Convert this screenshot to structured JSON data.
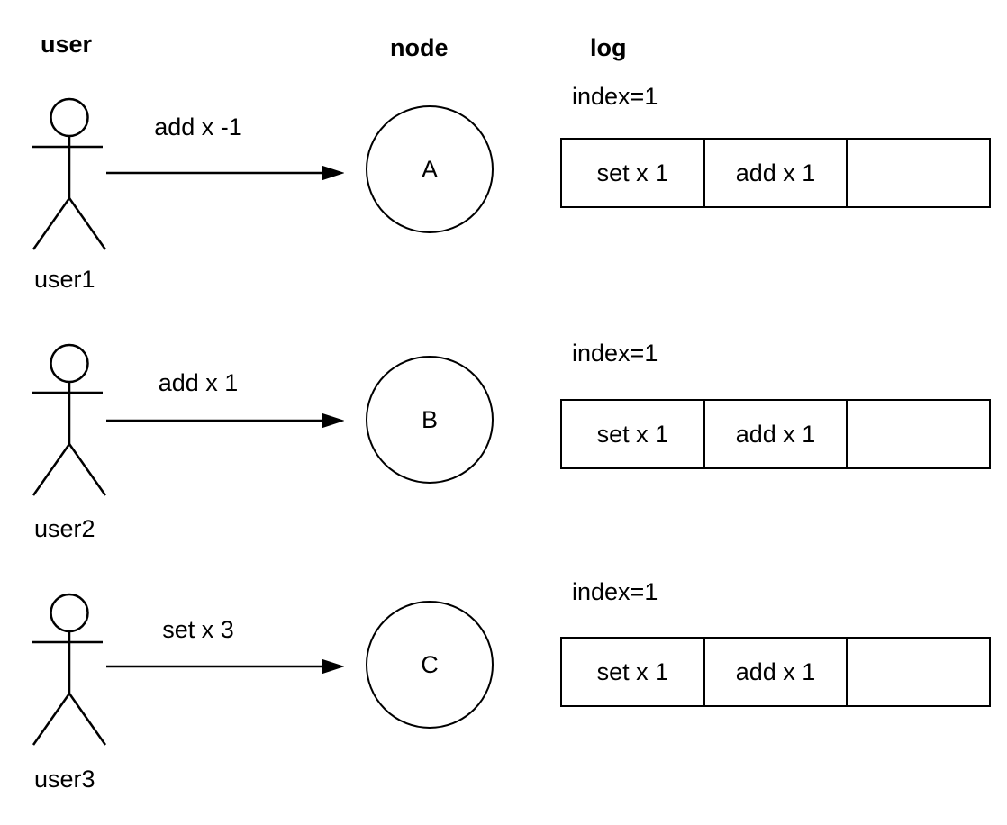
{
  "headers": {
    "user": "user",
    "node": "node",
    "log": "log"
  },
  "rows": [
    {
      "user_name": "user1",
      "command": "add x -1",
      "node_label": "A",
      "log": {
        "index_label": "index=1",
        "entries": [
          "set x 1",
          "add x 1",
          ""
        ]
      }
    },
    {
      "user_name": "user2",
      "command": "add x 1",
      "node_label": "B",
      "log": {
        "index_label": "index=1",
        "entries": [
          "set x 1",
          "add x 1",
          ""
        ]
      }
    },
    {
      "user_name": "user3",
      "command": "set x 3",
      "node_label": "C",
      "log": {
        "index_label": "index=1",
        "entries": [
          "set x 1",
          "add x 1",
          ""
        ]
      }
    }
  ],
  "colors": {
    "stroke": "#000000",
    "background": "#ffffff",
    "text": "#000000"
  }
}
